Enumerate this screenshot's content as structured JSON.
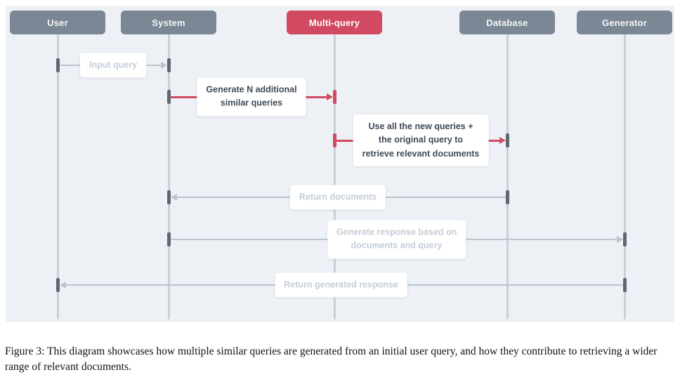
{
  "figure": {
    "caption": "Figure 3: This diagram showcases how multiple similar queries are generated from an initial user query, and how they contribute to retrieving a wider range of relevant documents."
  },
  "diagram": {
    "type": "sequence-diagram",
    "actors": [
      {
        "id": "user",
        "label": "User",
        "accent": false
      },
      {
        "id": "system",
        "label": "System",
        "accent": false
      },
      {
        "id": "multi-query",
        "label": "Multi-query",
        "accent": true
      },
      {
        "id": "database",
        "label": "Database",
        "accent": false
      },
      {
        "id": "generator",
        "label": "Generator",
        "accent": false
      }
    ],
    "messages": [
      {
        "from": "user",
        "to": "system",
        "label": "Input query",
        "style": "muted"
      },
      {
        "from": "system",
        "to": "multi-query",
        "label": "Generate N additional\nsimilar queries",
        "style": "accent"
      },
      {
        "from": "multi-query",
        "to": "database",
        "label": "Use all the new queries +\nthe original query to\nretrieve relevant documents",
        "style": "accent"
      },
      {
        "from": "database",
        "to": "system",
        "label": "Return documents",
        "style": "muted"
      },
      {
        "from": "system",
        "to": "generator",
        "label": "Generate response based on\ndocuments and query",
        "style": "muted"
      },
      {
        "from": "generator",
        "to": "user",
        "label": "Return generated response",
        "style": "muted"
      }
    ],
    "colors": {
      "background": "#edf1f6",
      "actor_fill": "#7b8794",
      "actor_text": "#f4f6f8",
      "accent_fill": "#d14a61",
      "accent_text": "#ffffff",
      "lifeline": "#c7d0da",
      "muted_arrow": "#b9c4cf",
      "muted_label_text": "#c3cdd7",
      "accent_arrow": "#d14a61",
      "activation_dark": "#5d6873",
      "dark_label_text": "#3f4a55",
      "label_bg": "#ffffff"
    }
  }
}
